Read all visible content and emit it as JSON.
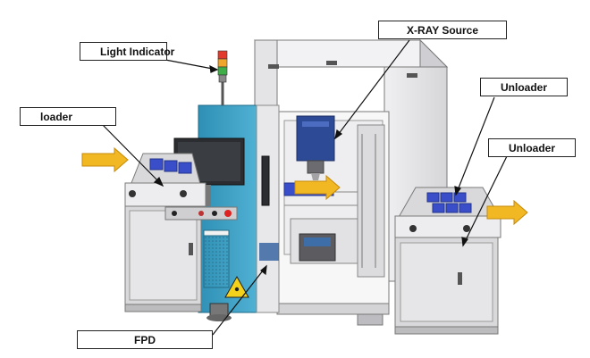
{
  "labels": {
    "light_indicator": "Light Indicator",
    "xray_source": "X-RAY Source",
    "loader": "loader",
    "unloader_top": "Unloader",
    "unloader_mid": "Unloader",
    "fpd": "FPD"
  },
  "colors": {
    "machine_body": "#e7e7e9",
    "machine_edge": "#9a9a9a",
    "cabinet_panel": "#d9d9db",
    "control_tower": "#3a9bbf",
    "monitor": "#2b2d30",
    "tray_blue": "#3a4ec9",
    "flow_arrow": "#f2b823",
    "xray_head": "#2d4a97",
    "warning_yellow": "#f4d21c"
  },
  "icons": [
    "radiation-warning-icon",
    "flow-arrow-icon",
    "signal-tower-icon"
  ]
}
